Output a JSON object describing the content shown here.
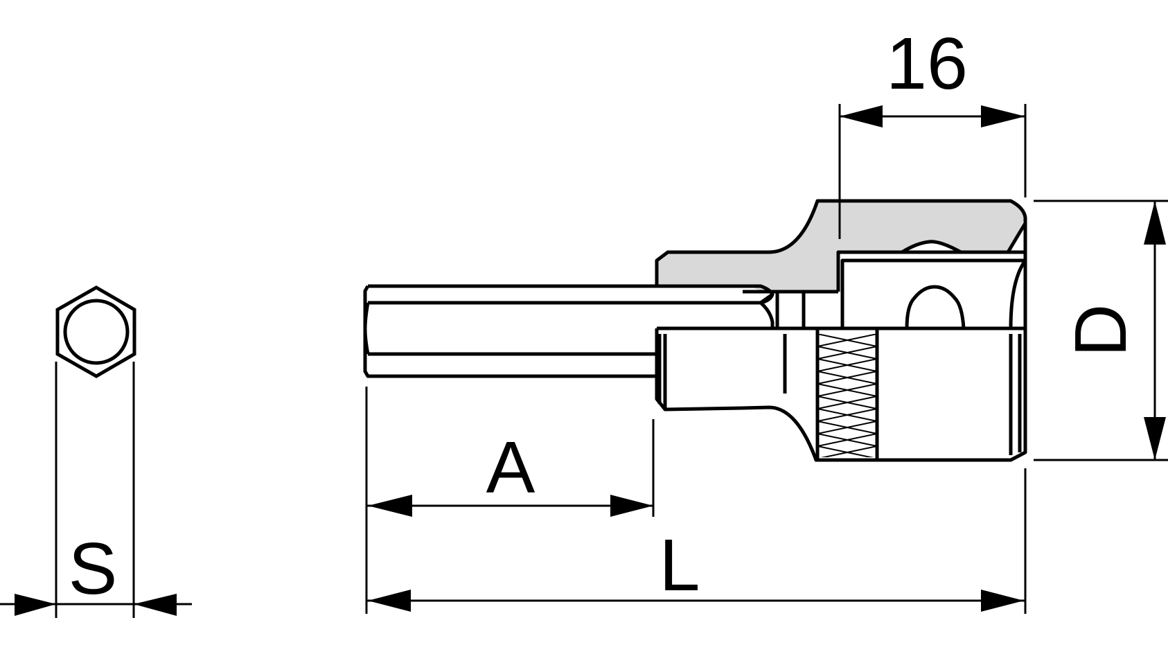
{
  "drawing": {
    "labels": {
      "s": "S",
      "a": "A",
      "l": "L",
      "d": "D",
      "dim_16": "16"
    }
  },
  "colors": {
    "line": "#000000",
    "shading": "#d9d9d9",
    "background": "#ffffff"
  }
}
